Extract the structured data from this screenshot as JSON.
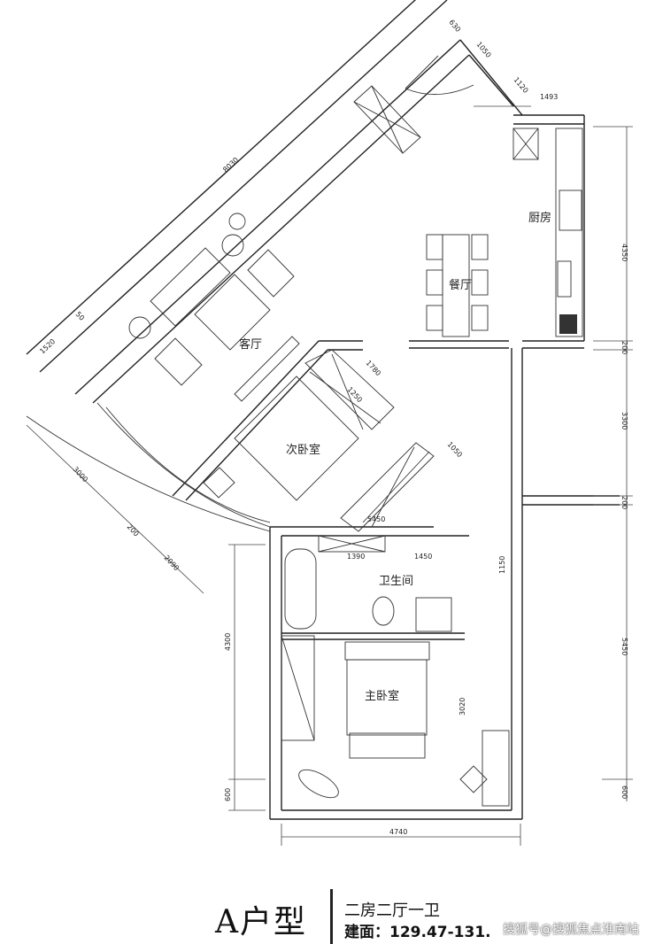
{
  "title": {
    "type_name": "A户型",
    "layout": "二房二厅一卫",
    "area": "建面：129.47-131."
  },
  "watermark": "搜狐号@搜狐焦点淮南站",
  "rooms": {
    "living": "客厅",
    "dining": "餐厅",
    "kitchen": "厨房",
    "second_bedroom": "次卧室",
    "bathroom": "卫生间",
    "master_bedroom": "主卧室"
  },
  "dimensions": {
    "top_a": "630",
    "top_b": "1050",
    "top_c": "1120",
    "top_d": "1493",
    "right_a": "4350",
    "right_b": "200",
    "right_c": "3300",
    "right_d": "200",
    "right_e": "5450",
    "right_f": "600",
    "left_long": "8030",
    "left_a": "1520",
    "left_b": "50",
    "left_c": "3000",
    "left_d": "200",
    "left_e": "2090",
    "left_master": "4300",
    "left_bottom": "600",
    "bottom": "4740",
    "inner_a": "1780",
    "inner_b": "1250",
    "inner_c": "1050",
    "inner_d": "5450",
    "bath_a": "1390",
    "bath_b": "1450",
    "corridor": "1150",
    "bed": "3020"
  }
}
